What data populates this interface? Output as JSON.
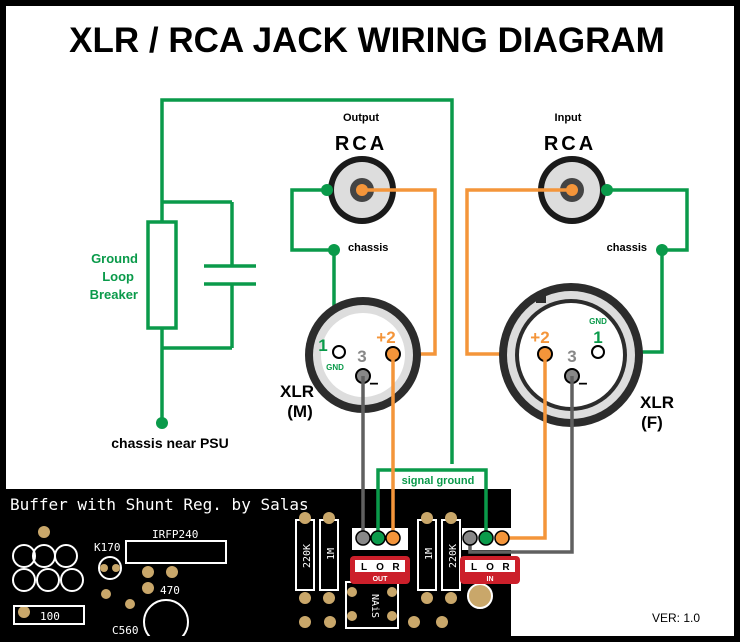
{
  "title": "XLR / RCA JACK WIRING DIAGRAM",
  "version": "VER: 1.0",
  "output": {
    "heading": "Output",
    "rca_label": "RCA",
    "chassis_label": "chassis",
    "xlr_label_line1": "XLR",
    "xlr_label_line2": "(M)",
    "pin_gnd": "1",
    "pin_gnd_sub": "GND",
    "pin_cold": "3",
    "pin_cold_sub": "−",
    "pin_hot": "+2"
  },
  "input": {
    "heading": "Input",
    "rca_label": "RCA",
    "chassis_label": "chassis",
    "xlr_label_line1": "XLR",
    "xlr_label_line2": "(F)",
    "pin_gnd": "1",
    "pin_gnd_sub": "GND",
    "pin_cold": "3",
    "pin_cold_sub": "−",
    "pin_hot": "+2"
  },
  "ground_loop_breaker": {
    "line1": "Ground",
    "line2": "Loop",
    "line3": "Breaker"
  },
  "chassis_psu_label": "chassis near PSU",
  "signal_ground_label": "signal ground",
  "pcb": {
    "title": "Buffer with Shunt Reg. by Salas",
    "k170": "K170",
    "irfp240": "IRFP240",
    "r470": "470",
    "r100": "100",
    "c560": "C560",
    "r220k_a": "220K",
    "r1m_a": "1M",
    "r1m_b": "1M",
    "r220k_b": "220K",
    "nais": "NAiS",
    "out_l": "L",
    "out_o": "O",
    "out_r": "R",
    "out_label": "OUT",
    "in_l": "L",
    "in_o": "O",
    "in_r": "R",
    "in_label": "IN"
  },
  "colors": {
    "ground_wire": "#0a9a4a",
    "hot_wire": "#f4953a",
    "cold_wire": "#606060",
    "terminal_red": "#cc1f2a"
  }
}
